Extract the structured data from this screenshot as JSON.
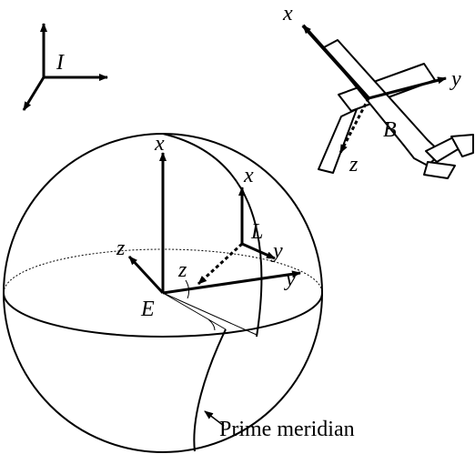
{
  "frames": {
    "inertial": {
      "name": "I"
    },
    "earth": {
      "name": "E",
      "axes": {
        "x": "x",
        "y": "y",
        "z": "z"
      }
    },
    "local": {
      "name": "L",
      "axes": {
        "x": "x",
        "y": "y",
        "z": "z"
      }
    },
    "body": {
      "name": "B",
      "axes": {
        "x": "x",
        "y": "y",
        "z": "z"
      }
    }
  },
  "annotation": {
    "prime_meridian": "Prime meridian"
  },
  "colors": {
    "ink": "#000000",
    "background": "#ffffff"
  }
}
